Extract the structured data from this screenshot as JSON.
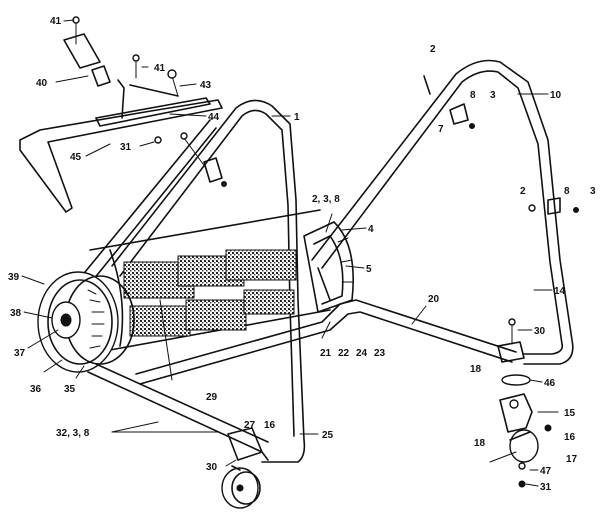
{
  "part_labels": [
    {
      "id": "p41a",
      "text": "41"
    },
    {
      "id": "p41b",
      "text": "41"
    },
    {
      "id": "p40",
      "text": "40"
    },
    {
      "id": "p43",
      "text": "43"
    },
    {
      "id": "p44",
      "text": "44"
    },
    {
      "id": "p45",
      "text": "45"
    },
    {
      "id": "p31a",
      "text": "31"
    },
    {
      "id": "p1",
      "text": "1"
    },
    {
      "id": "p2a",
      "text": "2"
    },
    {
      "id": "p10",
      "text": "10"
    },
    {
      "id": "p8a",
      "text": "8"
    },
    {
      "id": "p7",
      "text": "7"
    },
    {
      "id": "p3a",
      "text": "3"
    },
    {
      "id": "p2b",
      "text": "2"
    },
    {
      "id": "p8b",
      "text": "8"
    },
    {
      "id": "p3b",
      "text": "3"
    },
    {
      "id": "p238",
      "text": "2, 3, 8"
    },
    {
      "id": "p4",
      "text": "4"
    },
    {
      "id": "p5",
      "text": "5"
    },
    {
      "id": "p14",
      "text": "14"
    },
    {
      "id": "p39",
      "text": "39"
    },
    {
      "id": "p38",
      "text": "38"
    },
    {
      "id": "p37",
      "text": "37"
    },
    {
      "id": "p36",
      "text": "36"
    },
    {
      "id": "p35",
      "text": "35"
    },
    {
      "id": "p20",
      "text": "20"
    },
    {
      "id": "p30a",
      "text": "30"
    },
    {
      "id": "p21",
      "text": "21"
    },
    {
      "id": "p22",
      "text": "22"
    },
    {
      "id": "p24",
      "text": "24"
    },
    {
      "id": "p23",
      "text": "23"
    },
    {
      "id": "p18a",
      "text": "18"
    },
    {
      "id": "p46",
      "text": "46"
    },
    {
      "id": "p15",
      "text": "15"
    },
    {
      "id": "p16a",
      "text": "16"
    },
    {
      "id": "p29",
      "text": "29"
    },
    {
      "id": "p27",
      "text": "27"
    },
    {
      "id": "p16b",
      "text": "16"
    },
    {
      "id": "p3238",
      "text": "32,  3,  8"
    },
    {
      "id": "p25",
      "text": "25"
    },
    {
      "id": "p30b",
      "text": "30"
    },
    {
      "id": "p18b",
      "text": "18"
    },
    {
      "id": "p17",
      "text": "17"
    },
    {
      "id": "p47",
      "text": "47"
    },
    {
      "id": "p31b",
      "text": "31"
    }
  ]
}
